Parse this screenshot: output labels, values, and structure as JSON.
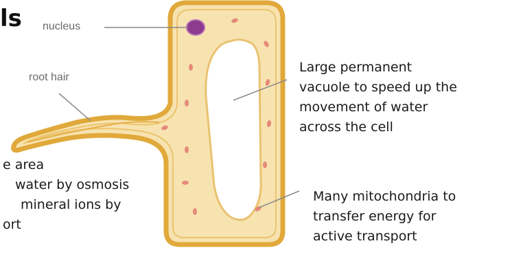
{
  "title_fragment": "ls",
  "labels": {
    "nucleus": "nucleus",
    "root_hair": "root hair"
  },
  "annotations": {
    "vacuole": [
      "Large permanent",
      "vacuole to speed up the",
      "movement of water",
      "across the cell"
    ],
    "surface_area": [
      "e area",
      "water by osmosis",
      "mineral ions by",
      "ort"
    ],
    "mitochondria": [
      "Many mitochondria to",
      "transfer energy for",
      "active transport"
    ]
  },
  "colors": {
    "cell_fill": "#f7e3b0",
    "cell_wall": "#e0a93a",
    "nucleus": "#8c3b8e",
    "mitochondria": "#e58a7a",
    "leader_line": "#8a8a8a"
  }
}
